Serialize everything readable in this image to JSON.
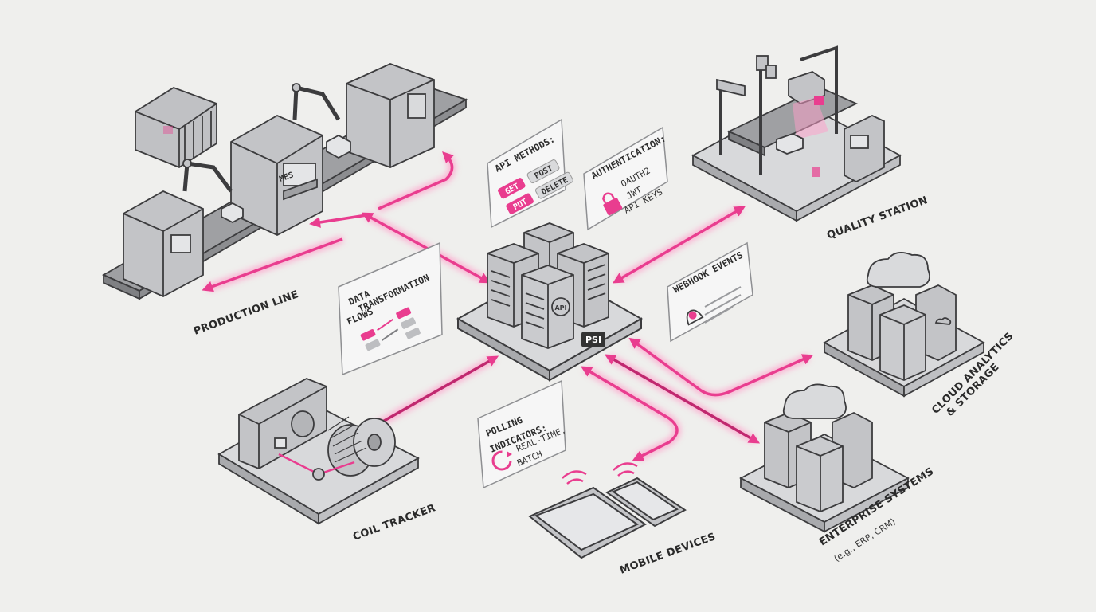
{
  "colors": {
    "accent": "#e93d8f",
    "glow": "#ff8fc0",
    "machine": "#b4b5b8",
    "outline": "#3c3c3e",
    "background": "#efefed"
  },
  "hub": {
    "badge": "PSI",
    "gear_text": "API"
  },
  "nodes": {
    "production_line": {
      "label": "PRODUCTION LINE",
      "mes_text": "MES"
    },
    "quality_station": {
      "label": "QUALITY STATION"
    },
    "cloud_analytics": {
      "label_line1": "CLOUD ANALYTICS",
      "label_line2": "& STORAGE"
    },
    "enterprise_systems": {
      "label": "ENTERPRISE SYSTEMS",
      "sublabel": "(e.g., ERP, CRM)"
    },
    "mobile_devices": {
      "label": "MOBILE DEVICES"
    },
    "coil_tracker": {
      "label": "COIL TRACKER"
    }
  },
  "cards": {
    "api_methods": {
      "title": "API METHODS:",
      "methods": [
        "GET",
        "POST",
        "PUT",
        "DELETE"
      ]
    },
    "authentication": {
      "title": "AUTHENTICATION:",
      "items": [
        "OAUTH2",
        "JWT",
        "API KEYS"
      ]
    },
    "webhook_events": {
      "title": "WEBHOOK EVENTS"
    },
    "data_transformation": {
      "title_line1": "DATA",
      "title_line2": "TRANSFORMATION",
      "title_line3": "FLOWS"
    },
    "polling": {
      "title_line1": "POLLING",
      "title_line2": "INDICATORS:",
      "item1": "REAL-TIME,",
      "item2": "BATCH"
    }
  }
}
